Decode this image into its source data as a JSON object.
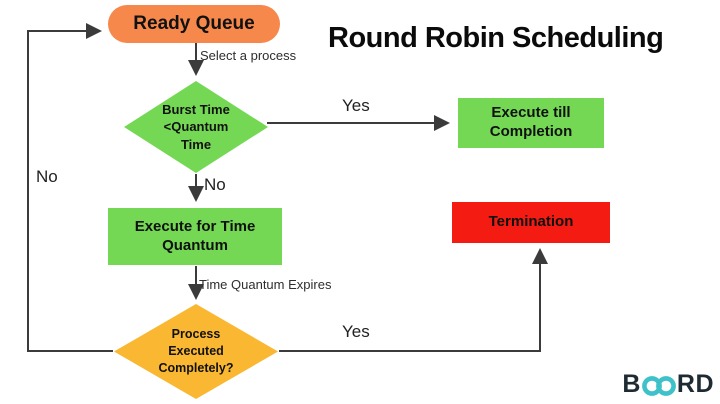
{
  "title": "Round Robin Scheduling",
  "nodes": {
    "ready_queue": {
      "label": "Ready Queue",
      "color": "#F6884C"
    },
    "burst_decision": {
      "lines": [
        "Burst Time",
        "<Quantum",
        "Time"
      ],
      "color": "#74D854"
    },
    "execute_completion": {
      "label": "Execute till Completion",
      "color": "#74D854"
    },
    "execute_quantum": {
      "label": "Execute for Time Quantum",
      "color": "#74D854"
    },
    "termination": {
      "label": "Termination",
      "color": "#F41C12"
    },
    "process_decision": {
      "lines": [
        "Process",
        "Executed",
        "Completely?"
      ],
      "color": "#F9B732"
    }
  },
  "edges": {
    "select_process": "Select a process",
    "burst_yes": "Yes",
    "burst_no": "No",
    "quantum_expires": "Time Quantum Expires",
    "process_yes": "Yes",
    "process_no": "No"
  },
  "logo": {
    "prefix": "B",
    "suffix": "RD",
    "infinity_color": "#3FC1C9",
    "text_color": "#1E2B33"
  }
}
